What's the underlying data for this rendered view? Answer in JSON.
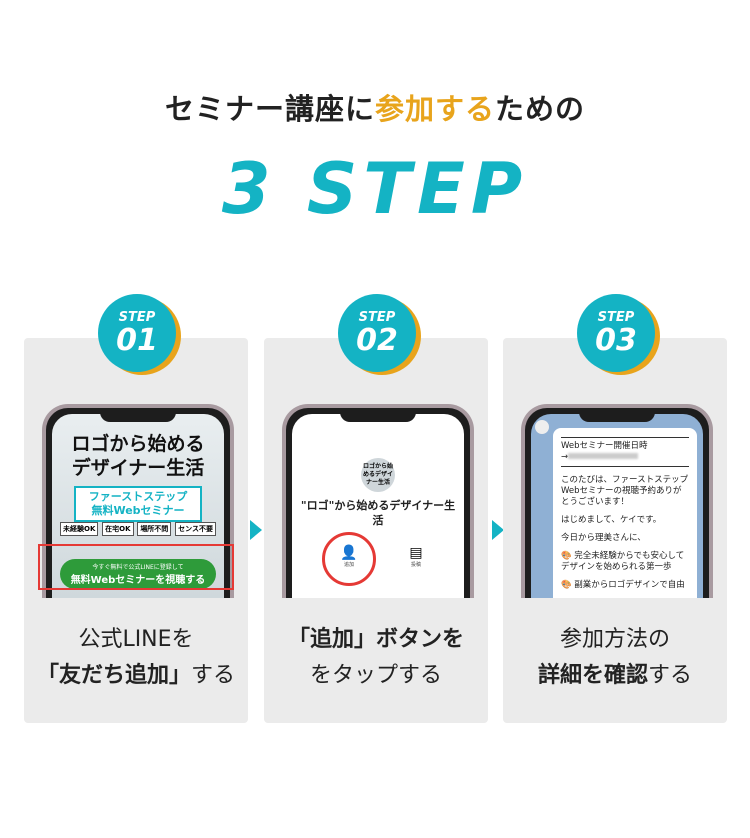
{
  "header": {
    "title_pre": "セミナー講座に",
    "title_highlight": "参加する",
    "title_post": "ための",
    "big": "3 STEP"
  },
  "colors": {
    "accent": "#14b3c4",
    "highlight": "#e8a41c",
    "card": "#ebebeb"
  },
  "steps": [
    {
      "step_label": "STEP",
      "number": "01",
      "caption_line1": "公式LINEを",
      "caption_line2_bold": "「友だち追加」",
      "caption_line2_rest": "する",
      "screen": {
        "logo_line1": "ロゴから始める",
        "logo_line2": "デザイナー生活",
        "box_line1": "ファーストステップ",
        "box_line2": "無料Webセミナー",
        "tags": [
          "未経験OK",
          "在宅OK",
          "場所不問",
          "センス不要"
        ],
        "cta_small": "今すぐ無料で公式LINEに登録して",
        "cta_main": "無料Webセミナーを視聴する"
      }
    },
    {
      "step_label": "STEP",
      "number": "02",
      "caption_line1_bold": "「追加」ボタンを",
      "caption_line2": "をタップする",
      "screen": {
        "avatar_text": "ロゴから始めるデザイナー生活",
        "account_name": "\"ロゴ\"から始めるデザイナー生活",
        "add_label": "追加",
        "post_label": "投稿"
      }
    },
    {
      "step_label": "STEP",
      "number": "03",
      "caption_line1": "参加方法の",
      "caption_line2_bold": "詳細を確認",
      "caption_line2_rest": "する",
      "screen": {
        "heading": "Webセミナー開催日時",
        "arrow": "→",
        "msg1": "このたびは、ファーストステップWebセミナーの視聴予約ありがとうございます！",
        "msg2": "はじめまして、ケイです。",
        "msg3": "今日から理美さんに、",
        "msg4": "🎨 完全未経験からでも安心してデザインを始められる第一歩",
        "msg5": "🎨 副業からロゴデザインで自由"
      }
    }
  ]
}
